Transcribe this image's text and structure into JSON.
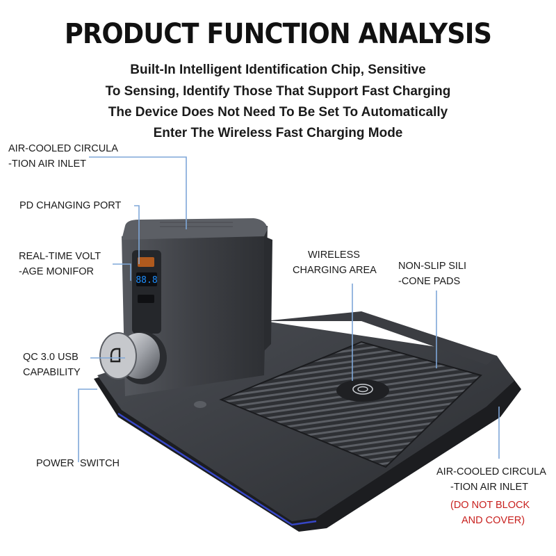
{
  "title": "PRODUCT FUNCTION ANALYSIS",
  "description": [
    "Built-In Intelligent Identification Chip, Sensitive",
    "To Sensing, Identify Those That Support Fast Charging",
    "The Device Does Not Need To Be Set To Automatically",
    "Enter The Wireless Fast Charging Mode"
  ],
  "labels": {
    "air_inlet_top": [
      "AIR-COOLED CIRCULA",
      "-TION AIR INLET"
    ],
    "pd_port": [
      "PD CHANGING PORT"
    ],
    "voltage_monitor": [
      "REAL-TIME VOLT",
      "-AGE MONIFOR"
    ],
    "qc_usb": [
      "QC 3.0 USB",
      "CAPABILITY"
    ],
    "power_switch": [
      "POWER  SWITCH"
    ],
    "wireless_area": [
      "WIRELESS",
      "CHARGING AREA"
    ],
    "silicone_pads": [
      "NON-SLIP SILI",
      "-CONE PADS"
    ],
    "air_inlet_bottom": [
      "AIR-COOLED CIRCULA",
      "-TION AIR INLET"
    ],
    "warning": [
      "(DO NOT BLOCK",
      "AND COVER)"
    ]
  },
  "voltage_display": "88.8",
  "colors": {
    "leader_line": "#7ea7d8",
    "warning_text": "#c8201e",
    "display": "#1e8fff",
    "accent_light": "#3a4bd8"
  }
}
